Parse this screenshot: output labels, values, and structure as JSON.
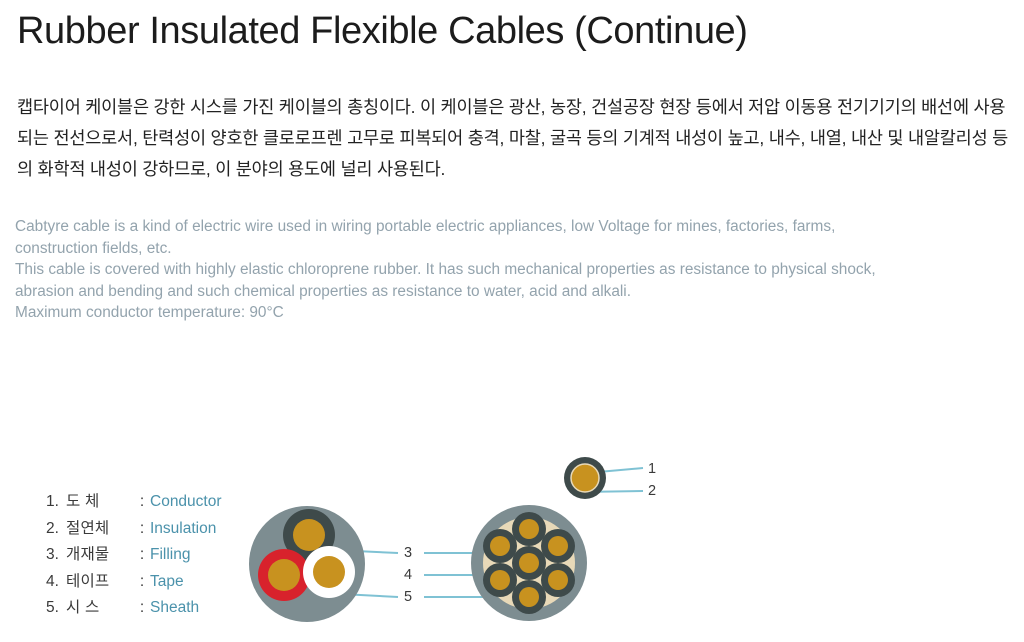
{
  "page": {
    "title": "Rubber Insulated Flexible Cables (Continue)",
    "background_color": "#ffffff"
  },
  "korean_description": "캡타이어 케이블은 강한 시스를 가진 케이블의 총칭이다. 이 케이블은 광산, 농장, 건설공장 현장 등에서 저압 이동용 전기기기의 배선에 사용되는 전선으로서, 탄력성이 양호한 클로로프렌 고무로 피복되어 충격, 마찰, 굴곡 등의 기계적 내성이 높고, 내수, 내열, 내산 및 내알칼리성 등의 화학적 내성이 강하므로, 이 분야의 용도에 널리 사용된다.",
  "english_description": {
    "color": "#93a3ad",
    "paragraph_1": "Cabtyre cable is a kind of electric wire used in wiring portable electric appliances, low Voltage for mines, factories, farms, construction fields, etc.",
    "paragraph_2": "This cable is covered with highly elastic chloroprene rubber. It has such mechanical properties as resistance to physical shock, abrasion and bending and such chemical properties as resistance to water, acid and alkali.",
    "paragraph_3": "Maximum conductor temperature: 90°C"
  },
  "legend": {
    "label_color": "#4b92ab",
    "items": [
      {
        "num": "1.",
        "korean": "도 체",
        "colon": ":",
        "english": "Conductor"
      },
      {
        "num": "2.",
        "korean": "절연체",
        "colon": ":",
        "english": "Insulation"
      },
      {
        "num": "3.",
        "korean": "개재물",
        "colon": ":",
        "english": "Filling"
      },
      {
        "num": "4.",
        "korean": "테이프",
        "colon": ":",
        "english": "Tape"
      },
      {
        "num": "5.",
        "korean": "시  스",
        "colon": ":",
        "english": "Sheath"
      }
    ]
  },
  "diagram": {
    "leader_line_color": "#7fc2d4",
    "colors": {
      "sheath_gray": "#7d8d91",
      "conductor_gold": "#c8921f",
      "insulation_dark": "#3e4a4a",
      "insulation_red": "#d8222c",
      "insulation_white": "#ffffff",
      "filling_beige": "#e8d9b8"
    },
    "callouts": [
      {
        "id": "1",
        "label": "1",
        "refers_to": "Conductor"
      },
      {
        "id": "2",
        "label": "2",
        "refers_to": "Insulation"
      },
      {
        "id": "3",
        "label": "3",
        "refers_to": "Filling"
      },
      {
        "id": "4",
        "label": "4",
        "refers_to": "Tape"
      },
      {
        "id": "5",
        "label": "5",
        "refers_to": "Sheath"
      }
    ],
    "cables": [
      {
        "name": "single-core-cable",
        "cores": 1,
        "description": "Single conductor with dark insulation"
      },
      {
        "name": "three-core-cable",
        "cores": 3,
        "description": "Three cores: dark, red and white insulation inside gray sheath"
      },
      {
        "name": "seven-core-cable",
        "cores": 7,
        "description": "Seven cores with beige filling inside gray sheath"
      }
    ]
  }
}
